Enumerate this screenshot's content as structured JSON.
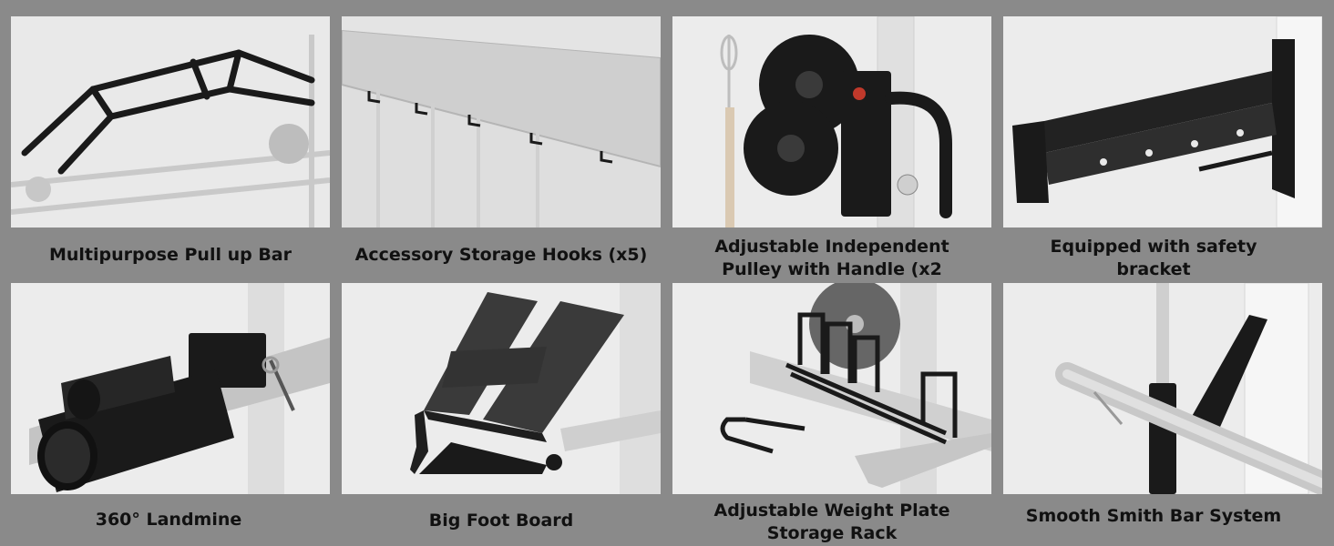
{
  "colors": {
    "background": "#8a8a8a",
    "tile": "#ececec",
    "equipment": "#1a1a1a",
    "caption": "#111111"
  },
  "features": [
    {
      "caption": "Multipurpose Pull up Bar",
      "icon": "pull-up-bar-icon"
    },
    {
      "caption": "Accessory Storage Hooks (x5)",
      "icon": "storage-hooks-icon"
    },
    {
      "caption": "Adjustable Independent\nPulley with Handle (x2",
      "icon": "pulley-icon"
    },
    {
      "caption": "Equipped with safety\nbracket",
      "icon": "safety-bracket-icon"
    },
    {
      "caption": "360°  Landmine",
      "icon": "landmine-icon"
    },
    {
      "caption": "Big Foot Board",
      "icon": "foot-board-icon"
    },
    {
      "caption": "Adjustable Weight Plate\nStorage Rack",
      "icon": "weight-plate-rack-icon"
    },
    {
      "caption": "Smooth Smith Bar System",
      "icon": "smith-bar-icon"
    }
  ]
}
